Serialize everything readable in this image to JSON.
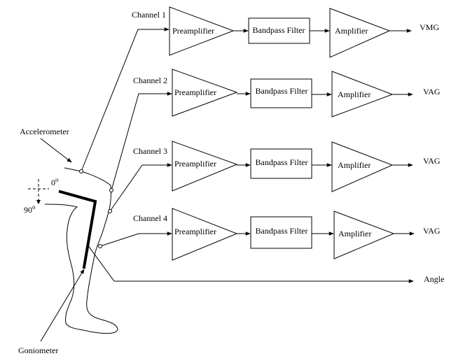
{
  "channels": [
    {
      "label": "Channel 1",
      "stages": [
        "Preamplifier",
        "Bandpass Filter",
        "Amplifier"
      ],
      "output": "VMG"
    },
    {
      "label": "Channel 2",
      "stages": [
        "Preamplifier",
        "Bandpass Filter",
        "Amplifier"
      ],
      "output": "VAG"
    },
    {
      "label": "Channel 3",
      "stages": [
        "Preamplifier",
        "Bandpass Filter",
        "Amplifier"
      ],
      "output": "VAG"
    },
    {
      "label": "Channel 4",
      "stages": [
        "Preamplifier",
        "Bandpass Filter",
        "Amplifier"
      ],
      "output": "VAG"
    }
  ],
  "angle_output": "Angle",
  "sensors": {
    "accelerometer": "Accelerometer",
    "goniometer": "Goniometer"
  },
  "angle_marks": {
    "zero": "0",
    "ninety": "90",
    "degree_symbol": "o"
  }
}
